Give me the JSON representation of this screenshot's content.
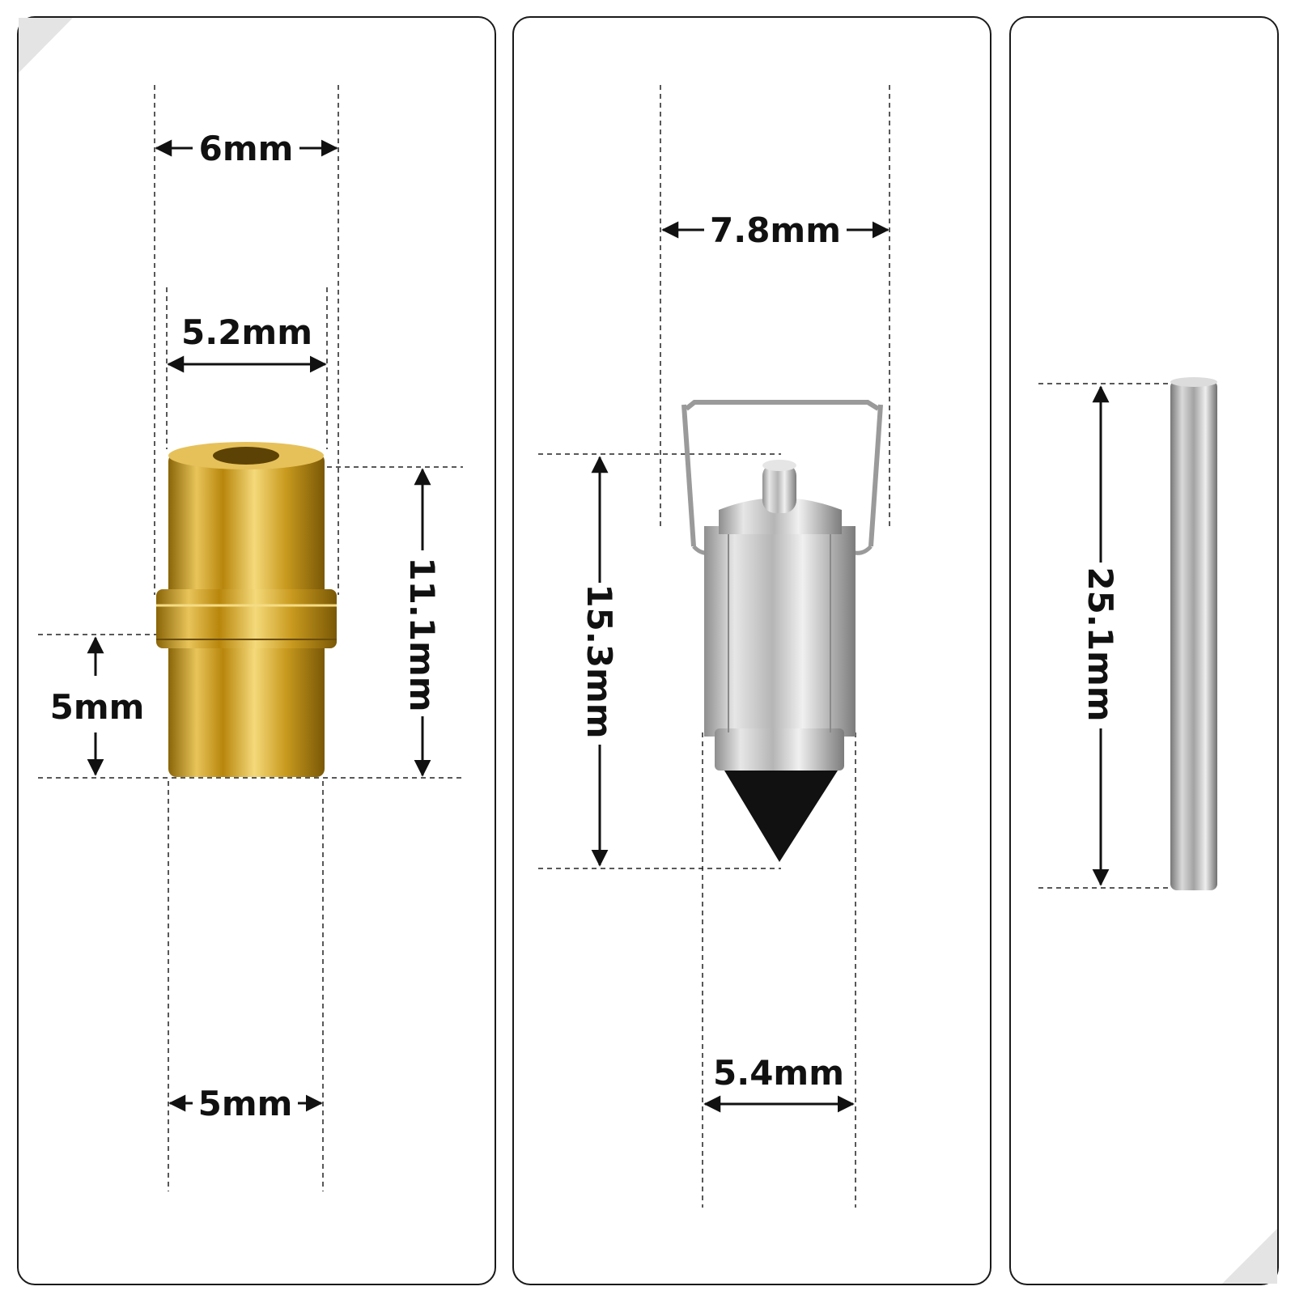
{
  "panels": [
    {
      "part": "brass-seat",
      "dimensions": {
        "top_width": "6mm",
        "inner_width": "5.2mm",
        "height": "11.1mm",
        "lower_height": "5mm",
        "bottom_width": "5mm"
      }
    },
    {
      "part": "float-needle-valve",
      "dimensions": {
        "clip_width": "7.8mm",
        "height": "15.3mm",
        "body_width": "5.4mm"
      }
    },
    {
      "part": "float-pin",
      "dimensions": {
        "length": "25.1mm"
      }
    }
  ],
  "colors": {
    "brass": "#d4a62a",
    "steel": "#c9c9c9",
    "needle_tip": "#111111",
    "panel_border": "#1a1a1a"
  }
}
